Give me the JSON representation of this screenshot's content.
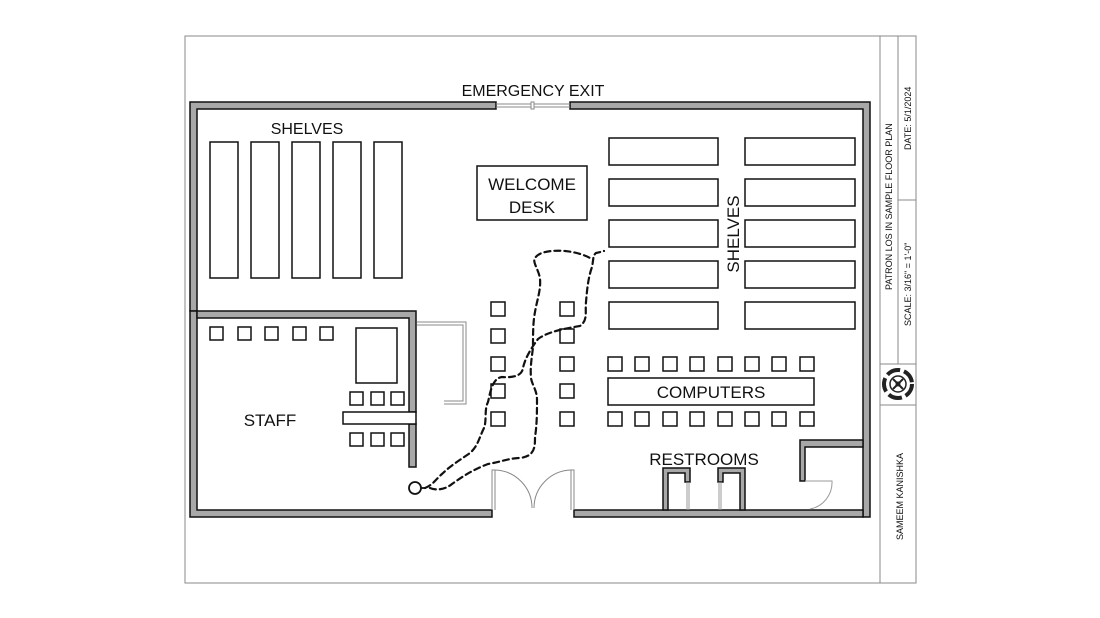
{
  "title_block": {
    "title": "PATRON LOS IN SAMPLE FLOOR PLAN",
    "date": "DATE: 5/1/2024",
    "scale": "SCALE: 3/16\" = 1'-0\"",
    "author": "SAMEEM KANISHKA",
    "logo_icon": "seal-logo-icon"
  },
  "labels": {
    "emergency_exit": "EMERGENCY EXIT",
    "shelves_left": "SHELVES",
    "shelves_right": "SHELVES",
    "welcome_desk_line1": "WELCOME",
    "welcome_desk_line2": "DESK",
    "staff": "STAFF",
    "computers": "COMPUTERS",
    "restrooms": "RESTROOMS"
  },
  "colors": {
    "wall_fill": "#a8a8a8",
    "line": "#111111",
    "frame": "#888888"
  }
}
